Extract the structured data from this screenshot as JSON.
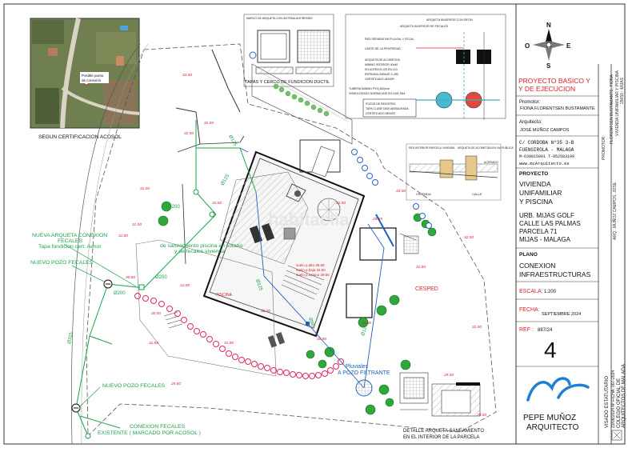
{
  "aerial": {
    "caption": "SEGUN CERTIFICACION ACOSOL",
    "label_line1": "Posible punto",
    "label_line2": "de conexión"
  },
  "details": {
    "tapas_title": "TAPAS Y CERCO DE FUNDICION DUCTIL",
    "tapas_header": "MARCO DE ARQUETA CON SISTEMA ANTIRROBO",
    "arqueta_header": "ARQUETA INVERSOR CON SIFON",
    "arqueta_inversor_fecales": "ARQUETA INVERSOR DE FECALES",
    "red_separativa": "RED SEPARATIVA PLUVIAL Y FECAL",
    "limite_propiedad": "LIMITE DE LA PROPIEDAD",
    "arqueta_acometida_lines": [
      "ARQUETA DE ACOMETIDA",
      "MINIMO INTERIOR 40x40",
      "EN ACERA B-125 EN-124",
      "ENTRADA GARAJE C-250",
      "CERTIFICADO AENOR"
    ],
    "tuberia_lines": [
      "TUBERIA MINIMO PVC(160)mm",
      "HOMOLOGADO NORMA UNE EN 1401 SN4"
    ],
    "pozos_lines": [
      "POZOS DE REGISTRO",
      "TAPA CLASE D400 ABISAGRADA",
      "CERTIFICADO AENOR"
    ],
    "section_labels": [
      "VIVIENDA",
      "CALLE"
    ],
    "red_interior": "RED INTERIOR PARCELA VIVIENDA",
    "arqueta_acometida_top": "ARQUETA DE ACOMETIDA EN VIA PUBLICA",
    "acerado": "ACERADO",
    "detalle_line1": "DETALLE ARQUETA SANEAMIENTO",
    "detalle_line2": "EN EL INTERIOR DE LA PARCELA"
  },
  "plan": {
    "labels": {
      "nueva_arqueta_1": "NUEVA ARQUETA CONEXION",
      "nueva_arqueta_2": "FECALES",
      "tapa": "Tapa fundicion cert. Aenor",
      "nuevo_pozo_1": "NUEVO POZO FECALES",
      "nuevo_pozo_2": "NUEVO POZO FECALES",
      "conexion_1": "CONEXION FECALES",
      "conexion_2": "EXISTENTE ( MARCADO POR ACOSOL )",
      "saneamiento_1": "de saneamiento piscina en sotano",
      "saneamiento_2": "y de fecales vivienda",
      "pluviales_1": "Pluviales",
      "pluviales_2": "A POZO FILTRANTE",
      "cesped": "CESPED",
      "piscina": "PISCINA",
      "suelo_1": "suelo p.alto 35.59",
      "suelo_2": "suelo p.baja 32.50",
      "suelo_3": "suelo p.sotano 29.55"
    },
    "pipes": [
      "Ø125",
      "Ø125",
      "Ø200",
      "Ø200",
      "Ø125",
      "Ø90",
      "Ø125",
      "Ø315",
      "Ø200"
    ],
    "elevations": [
      "33.50",
      "32.50",
      "32.50",
      "32.00",
      "31.00",
      "30.80",
      "32.50",
      "31.00",
      "30.00",
      "29.50",
      "29.55",
      "30.00",
      "31.00",
      "32.00",
      "33.00",
      "31.80",
      "32.00",
      "32.00",
      "29.00",
      "29.00",
      "32.50",
      "31.80",
      "31.50",
      "30.90"
    ]
  },
  "compass": {
    "n": "N",
    "s": "S",
    "e": "E",
    "o": "O"
  },
  "title_block": {
    "project_type_1": "PROYECTO BASICO Y",
    "project_type_2": "Y DE EJECUCION",
    "promotor_label": "Promotor:",
    "promotor_name": "FIONA FLORENTSEN BUSTAMANTE",
    "arquitecto_label": "Arquitecto:",
    "arquitecto_name": "JOSÉ MUÑOZ CAMPOS",
    "address_1": "C/ CORDOBA Nº35  3-B",
    "address_2": "FUENGIROLA - MALAGA",
    "phones": "M-639815081  T-952583199",
    "web": "www.mcArquitecto.es",
    "proyecto_label": "PROYECTO",
    "proyecto_1": "VIVIENDA",
    "proyecto_2": "UNIFAMILIAR",
    "proyecto_3": "Y PISCINA",
    "site_1": "URB. MIJAS GOLF",
    "site_2": "CALLE LAS PALMAS",
    "site_3": "PARCELA 71",
    "site_4": "MIJAS - MALAGA",
    "plano_label": "PLANO",
    "plano_1": "CONEXION",
    "plano_2": "INFRAESTRUCTURAS",
    "escala_label": "ESCALA:",
    "escala_value": "1:200",
    "fecha_label": "FECHA:",
    "fecha_value": "SEPTIEMBRE 2024",
    "ref_label": "REF :",
    "ref_value": "887/24",
    "sheet_number": "4",
    "firm_1": "PEPE MUÑOZ",
    "firm_2": "ARQUITECTO",
    "side_promotor": "PROMOTOR:",
    "side_promotor_name": "FLORENTSEN BUSTAMANTE, FIONA",
    "side_address_1": "VIVIENDA UNIFAMILIAR Y PISCINA",
    "side_address_2": "29650 - MIJAS",
    "side_arq": "ARQ.: MUÑOZ CAMPOS, JOSE",
    "visado_1": "VISADO ESTATUTARIO",
    "visado_2": "23/09/2024 Nº FICHA: 007-2024",
    "visado_3": "COLEGIO OFICIAL DE",
    "visado_4": "ARQUITECTOS DE MALAGA",
    "watermark": "habitaclia"
  },
  "colors": {
    "green": "#1aa34a",
    "red": "#d61f2a",
    "blue": "#1f5fbf",
    "grey": "#6d6d6d"
  }
}
